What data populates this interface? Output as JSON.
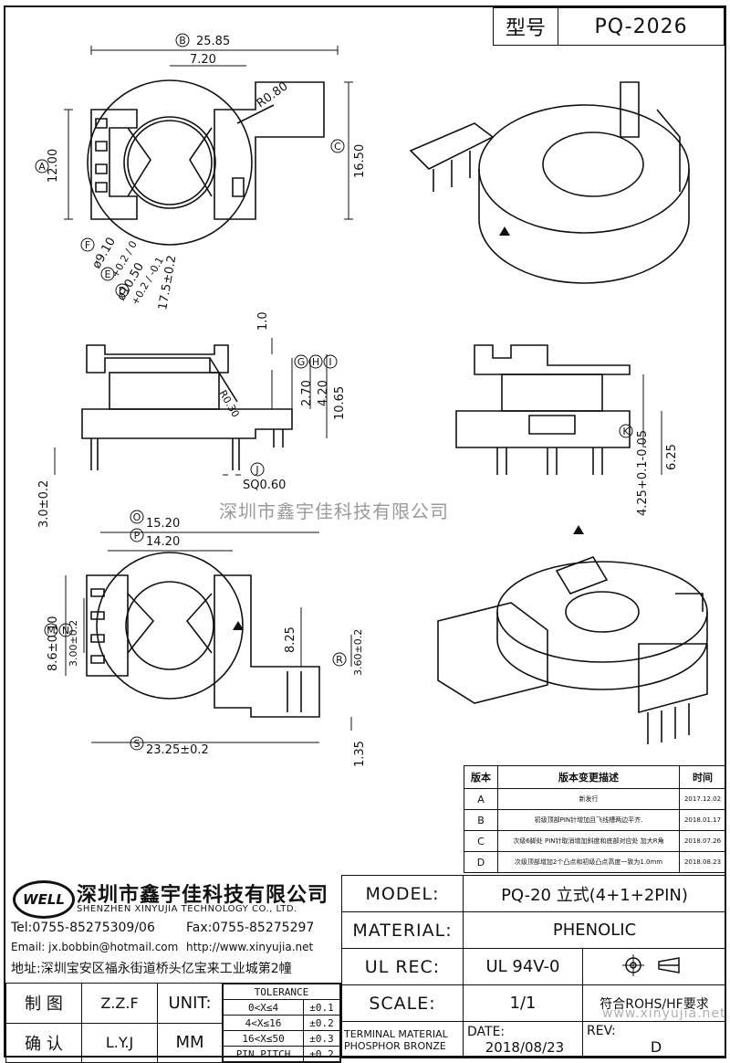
{
  "header": {
    "model_label": "型号",
    "model_value": "PQ-2026"
  },
  "watermark": "深圳市鑫宇佳科技有限公司",
  "watermark_url": "www.xinyujia.net",
  "dims_top": {
    "B": "25.85",
    "w720": "7.20",
    "r080": "R0.80",
    "A": "12.00",
    "C": "16.50",
    "F": "ø9.10",
    "F_tol": "+0.2 / 0",
    "E": "ø10.50",
    "E_tol": "+0.2 / -0.1",
    "D": "17.5±0.2"
  },
  "dims_side": {
    "d10": "1.0",
    "G": "2.70",
    "H": "4.20",
    "I": "10.65",
    "r030": "R0.30",
    "J": "SQ0.60",
    "d30": "3.0±0.2"
  },
  "dims_side2": {
    "K": "4.25+0.1-0.05",
    "d625": "6.25"
  },
  "dims_bottom": {
    "O": "15.20",
    "P": "14.20",
    "M": "8.6±0.10",
    "N": "3.00±0.2",
    "d825": "8.25",
    "R": "3.60±0.2",
    "S": "23.25±0.2",
    "d135": "1.35"
  },
  "circle_letters": [
    "A",
    "B",
    "C",
    "D",
    "E",
    "F",
    "G",
    "H",
    "I",
    "J",
    "K",
    "M",
    "N",
    "O",
    "P",
    "R",
    "S"
  ],
  "revisions": {
    "headers": [
      "版本",
      "版本变更描述",
      "时间"
    ],
    "rows": [
      {
        "ver": "A",
        "desc": "新发行",
        "date": "2017.12.02"
      },
      {
        "ver": "B",
        "desc": "初级顶部PIN针增加且飞线槽两边平齐.",
        "date": "2018.01.17"
      },
      {
        "ver": "C",
        "desc": "次级6脚处 PIN针取消增加斜度和底部对应处 加大R角",
        "date": "2018.07.26"
      },
      {
        "ver": "D",
        "desc": "次级顶部增加2个凸点和初级凸点高度一致为1.0mm",
        "date": "2018.08.23"
      }
    ]
  },
  "company": {
    "logo": "WELL",
    "name_cn": "深圳市鑫宇佳科技有限公司",
    "name_en": "SHENZHEN XINYUJIA TECHNOLOGY CO., LTD.",
    "tel": "Tel:0755-85275309/06",
    "fax": "Fax:0755-85275297",
    "email": "Email: jx.bobbin@hotmail.com",
    "web": "http://www.xinyujia.net",
    "address": "地址:深圳宝安区福永街道桥头亿宝来工业城第2幢"
  },
  "title_block": {
    "model_label": "MODEL:",
    "model_value": "PQ-20 立式(4+1+2PIN)",
    "material_label": "MATERIAL:",
    "material_value": "PHENOLIC",
    "ulrec_label": "UL REC:",
    "ulrec_value": "UL 94V-0",
    "scale_label": "SCALE:",
    "scale_value": "1/1",
    "rohs": "符合ROHS/HF要求",
    "terminal_label": "TERMINAL MATERIAL",
    "terminal_value": "PHOSPHOR BRONZE",
    "date_label": "DATE:",
    "date_value": "2018/08/23",
    "rev_label": "REV:",
    "rev_value": "D",
    "draw_label": "制 图",
    "draw_value": "Z.Z.F",
    "check_label": "确 认",
    "check_value": "L.Y.J",
    "unit_label": "UNIT:",
    "unit_value": "MM"
  },
  "tolerance": {
    "title": "TOLERANCE",
    "rows": [
      {
        "range": "0<X≤4",
        "tol": "±0.1"
      },
      {
        "range": "4<X≤16",
        "tol": "±0.2"
      },
      {
        "range": "16<X≤50",
        "tol": "±0.3"
      },
      {
        "range": "PIN PITCH",
        "tol": "±0.2"
      }
    ]
  }
}
